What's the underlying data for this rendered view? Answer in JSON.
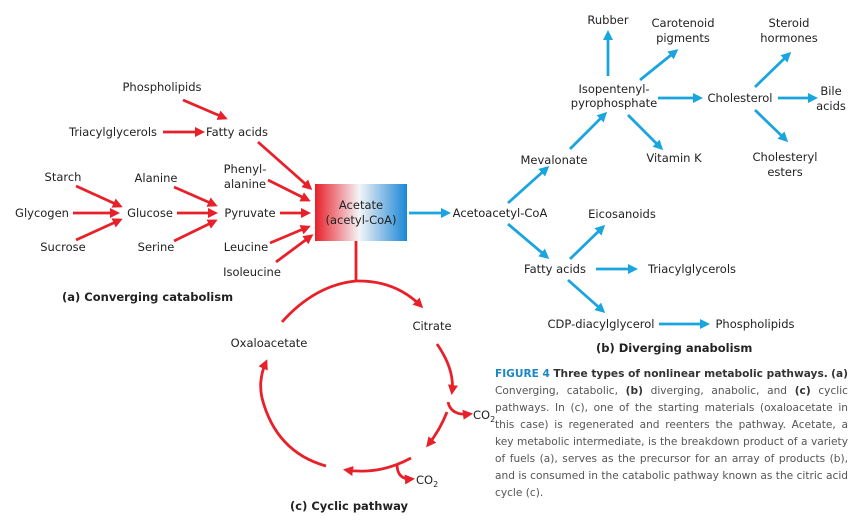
{
  "nodes": {
    "phospholipids_in": "Phospholipids",
    "triacylglycerols_in": "Triacylglycerols",
    "fatty_acids_in": "Fatty acids",
    "starch": "Starch",
    "glycogen": "Glycogen",
    "sucrose": "Sucrose",
    "glucose": "Glucose",
    "alanine": "Alanine",
    "serine": "Serine",
    "phenylalanine_1": "Phenyl-",
    "phenylalanine_2": "alanine",
    "pyruvate": "Pyruvate",
    "leucine": "Leucine",
    "isoleucine": "Isoleucine",
    "acetate_1": "Acetate",
    "acetate_2": "(acetyl-CoA)",
    "acetoacetyl_coa": "Acetoacetyl-CoA",
    "mevalonate": "Mevalonate",
    "isopentenyl_1": "Isopentenyl-",
    "isopentenyl_2": "pyrophosphate",
    "rubber": "Rubber",
    "carotenoid_1": "Carotenoid",
    "carotenoid_2": "pigments",
    "vitamin_k": "Vitamin K",
    "cholesterol": "Cholesterol",
    "steroid_1": "Steroid",
    "steroid_2": "hormones",
    "bile_1": "Bile",
    "bile_2": "acids",
    "cholesteryl_1": "Cholesteryl",
    "cholesteryl_2": "esters",
    "eicosanoids": "Eicosanoids",
    "fatty_acids_out": "Fatty acids",
    "triacylglycerols_out": "Triacylglycerols",
    "cdp_diacylglycerol": "CDP-diacylglycerol",
    "phospholipids_out": "Phospholipids",
    "citrate": "Citrate",
    "oxaloacetate": "Oxaloacetate",
    "co2_1_base": "CO",
    "co2_1_sub": "2",
    "co2_2_base": "CO",
    "co2_2_sub": "2"
  },
  "panels": {
    "a": {
      "letter": "(a)",
      "title": "Converging catabolism"
    },
    "b": {
      "letter": "(b)",
      "title": "Diverging anabolism"
    },
    "c": {
      "letter": "(c)",
      "title": "Cyclic pathway"
    }
  },
  "caption": {
    "figure_label": "FIGURE 4",
    "heading": "Three types of nonlinear metabolic pathways.",
    "a_marker": "(a)",
    "t1": "Converging, catabolic,",
    "b_marker": "(b)",
    "t2": "diverging, anabolic, and",
    "c_marker": "(c)",
    "t3": "cyclic pathways. In (c), one of the starting materials (oxaloacetate in this case) is regenerated and reenters the pathway. Acetate, a key metabolic intermediate, is the breakdown product of a variety of fuels (a), serves as the precursor for an array of products (b), and is consumed in the catabolic pathway known as the citric acid cycle (c)."
  },
  "colors": {
    "catabolic_arrow": "#e8202a",
    "anabolic_arrow": "#1ba5de",
    "acetate_box_left": "#e8202a",
    "acetate_box_mid": "#f4f4f6",
    "acetate_box_right": "#1b86d6",
    "figure_label": "#1b86c4"
  }
}
